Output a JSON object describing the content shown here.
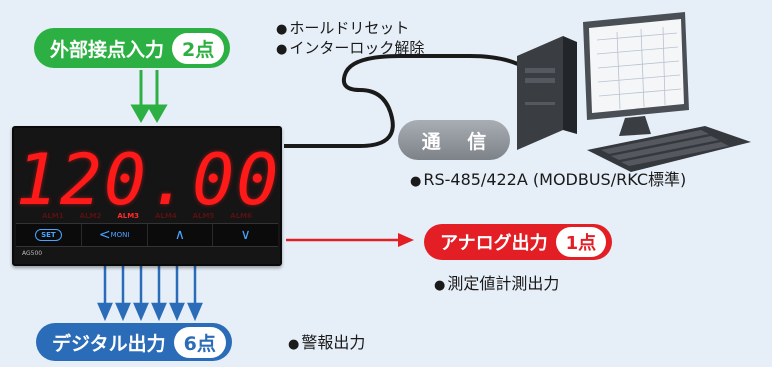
{
  "external_input": {
    "label": "外部接点入力",
    "badge": "2点"
  },
  "input_functions": [
    "ホールドリセット",
    "インターロック解除"
  ],
  "bullet_glyph": "●",
  "device": {
    "display_value": "120.00",
    "alarms": [
      "ALM1",
      "ALM2",
      "ALM3",
      "ALM4",
      "ALM5",
      "ALM6"
    ],
    "active_alarm_index": 2,
    "keys": {
      "set": "SET",
      "moni": "MONI",
      "up": "∧",
      "down": "∨"
    },
    "model": "AG500"
  },
  "communication": {
    "label": "通 信",
    "spec": "RS-485/422A (MODBUS/RKC標準)"
  },
  "analog_output": {
    "label": "アナログ出力",
    "badge": "1点",
    "function": "測定値計測出力"
  },
  "digital_output": {
    "label": "デジタル出力",
    "badge": "6点",
    "function": "警報出力"
  },
  "colors": {
    "green": "#2db043",
    "red": "#e31e24",
    "blue": "#2b6cb8",
    "display_red": "#ff1a1a",
    "background": "#e6eef7"
  },
  "icons": [
    "desktop-computer-icon",
    "keyboard-icon"
  ]
}
